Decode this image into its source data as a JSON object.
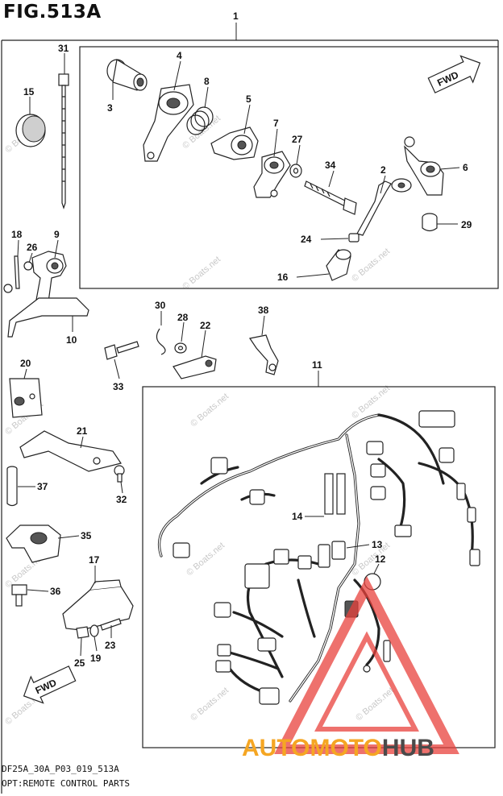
{
  "figure": {
    "title": "FIG.513A",
    "code": "DF25A_30A_P03_019_513A",
    "caption": "OPT:REMOTE CONTROL PARTS"
  },
  "callouts": [
    "1",
    "2",
    "3",
    "4",
    "5",
    "6",
    "7",
    "8",
    "9",
    "10",
    "11",
    "12",
    "13",
    "14",
    "15",
    "16",
    "17",
    "18",
    "19",
    "20",
    "21",
    "22",
    "23",
    "24",
    "25",
    "26",
    "27",
    "28",
    "29",
    "30",
    "31",
    "32",
    "33",
    "34",
    "35",
    "36",
    "37",
    "38"
  ],
  "direction_label": "FWD",
  "watermark": "© Boats.net",
  "brand": {
    "part1": "AUTOMOTO",
    "part2": "HUB",
    "color1": "#f5a623",
    "color2": "#4a4a4a",
    "triangle_color": "#e8413c"
  }
}
